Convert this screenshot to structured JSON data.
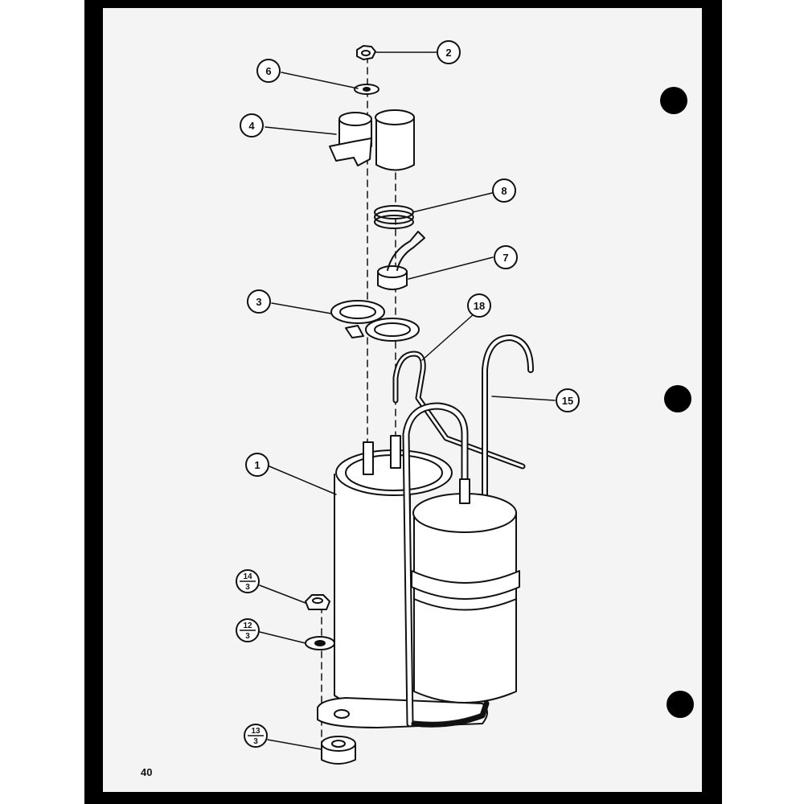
{
  "callouts": [
    {
      "id": "c2",
      "label": "2"
    },
    {
      "id": "c6",
      "label": "6"
    },
    {
      "id": "c4",
      "label": "4"
    },
    {
      "id": "c8",
      "label": "8"
    },
    {
      "id": "c7",
      "label": "7"
    },
    {
      "id": "c3",
      "label": "3"
    },
    {
      "id": "c18",
      "label": "18"
    },
    {
      "id": "c15",
      "label": "15"
    },
    {
      "id": "c1",
      "label": "1"
    }
  ],
  "fraction_callouts": [
    {
      "id": "f14",
      "top": "14",
      "bottom": "3"
    },
    {
      "id": "f12",
      "top": "12",
      "bottom": "3"
    },
    {
      "id": "f13",
      "top": "13",
      "bottom": "3"
    }
  ],
  "page_number": "40"
}
